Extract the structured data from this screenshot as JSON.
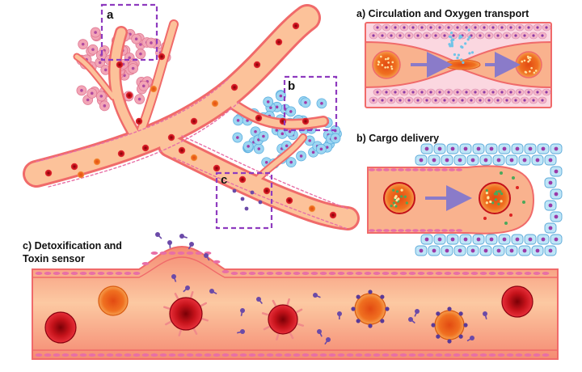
{
  "panels": {
    "a_title": "a) Circulation and Oxygen transport",
    "b_title": "b) Cargo delivery",
    "c_title_line1": "c) Detoxification and",
    "c_title_line2": "Toxin sensor"
  },
  "tree_labels": {
    "a": "a",
    "b": "b",
    "c": "c"
  },
  "colors": {
    "vessel_fill": "#f9b28e",
    "vessel_wall": "#f06a6a",
    "endothelium": "#e86fa6",
    "red_blood_cell": "#c4121a",
    "orange_cell": "#f07020",
    "tissue_a": "#f2a5b6",
    "tissue_b": "#9dd6f2",
    "toxin": "#6b4aa8",
    "dashed_box": "#8e3bbf",
    "arrow": "#8a7bc9"
  }
}
